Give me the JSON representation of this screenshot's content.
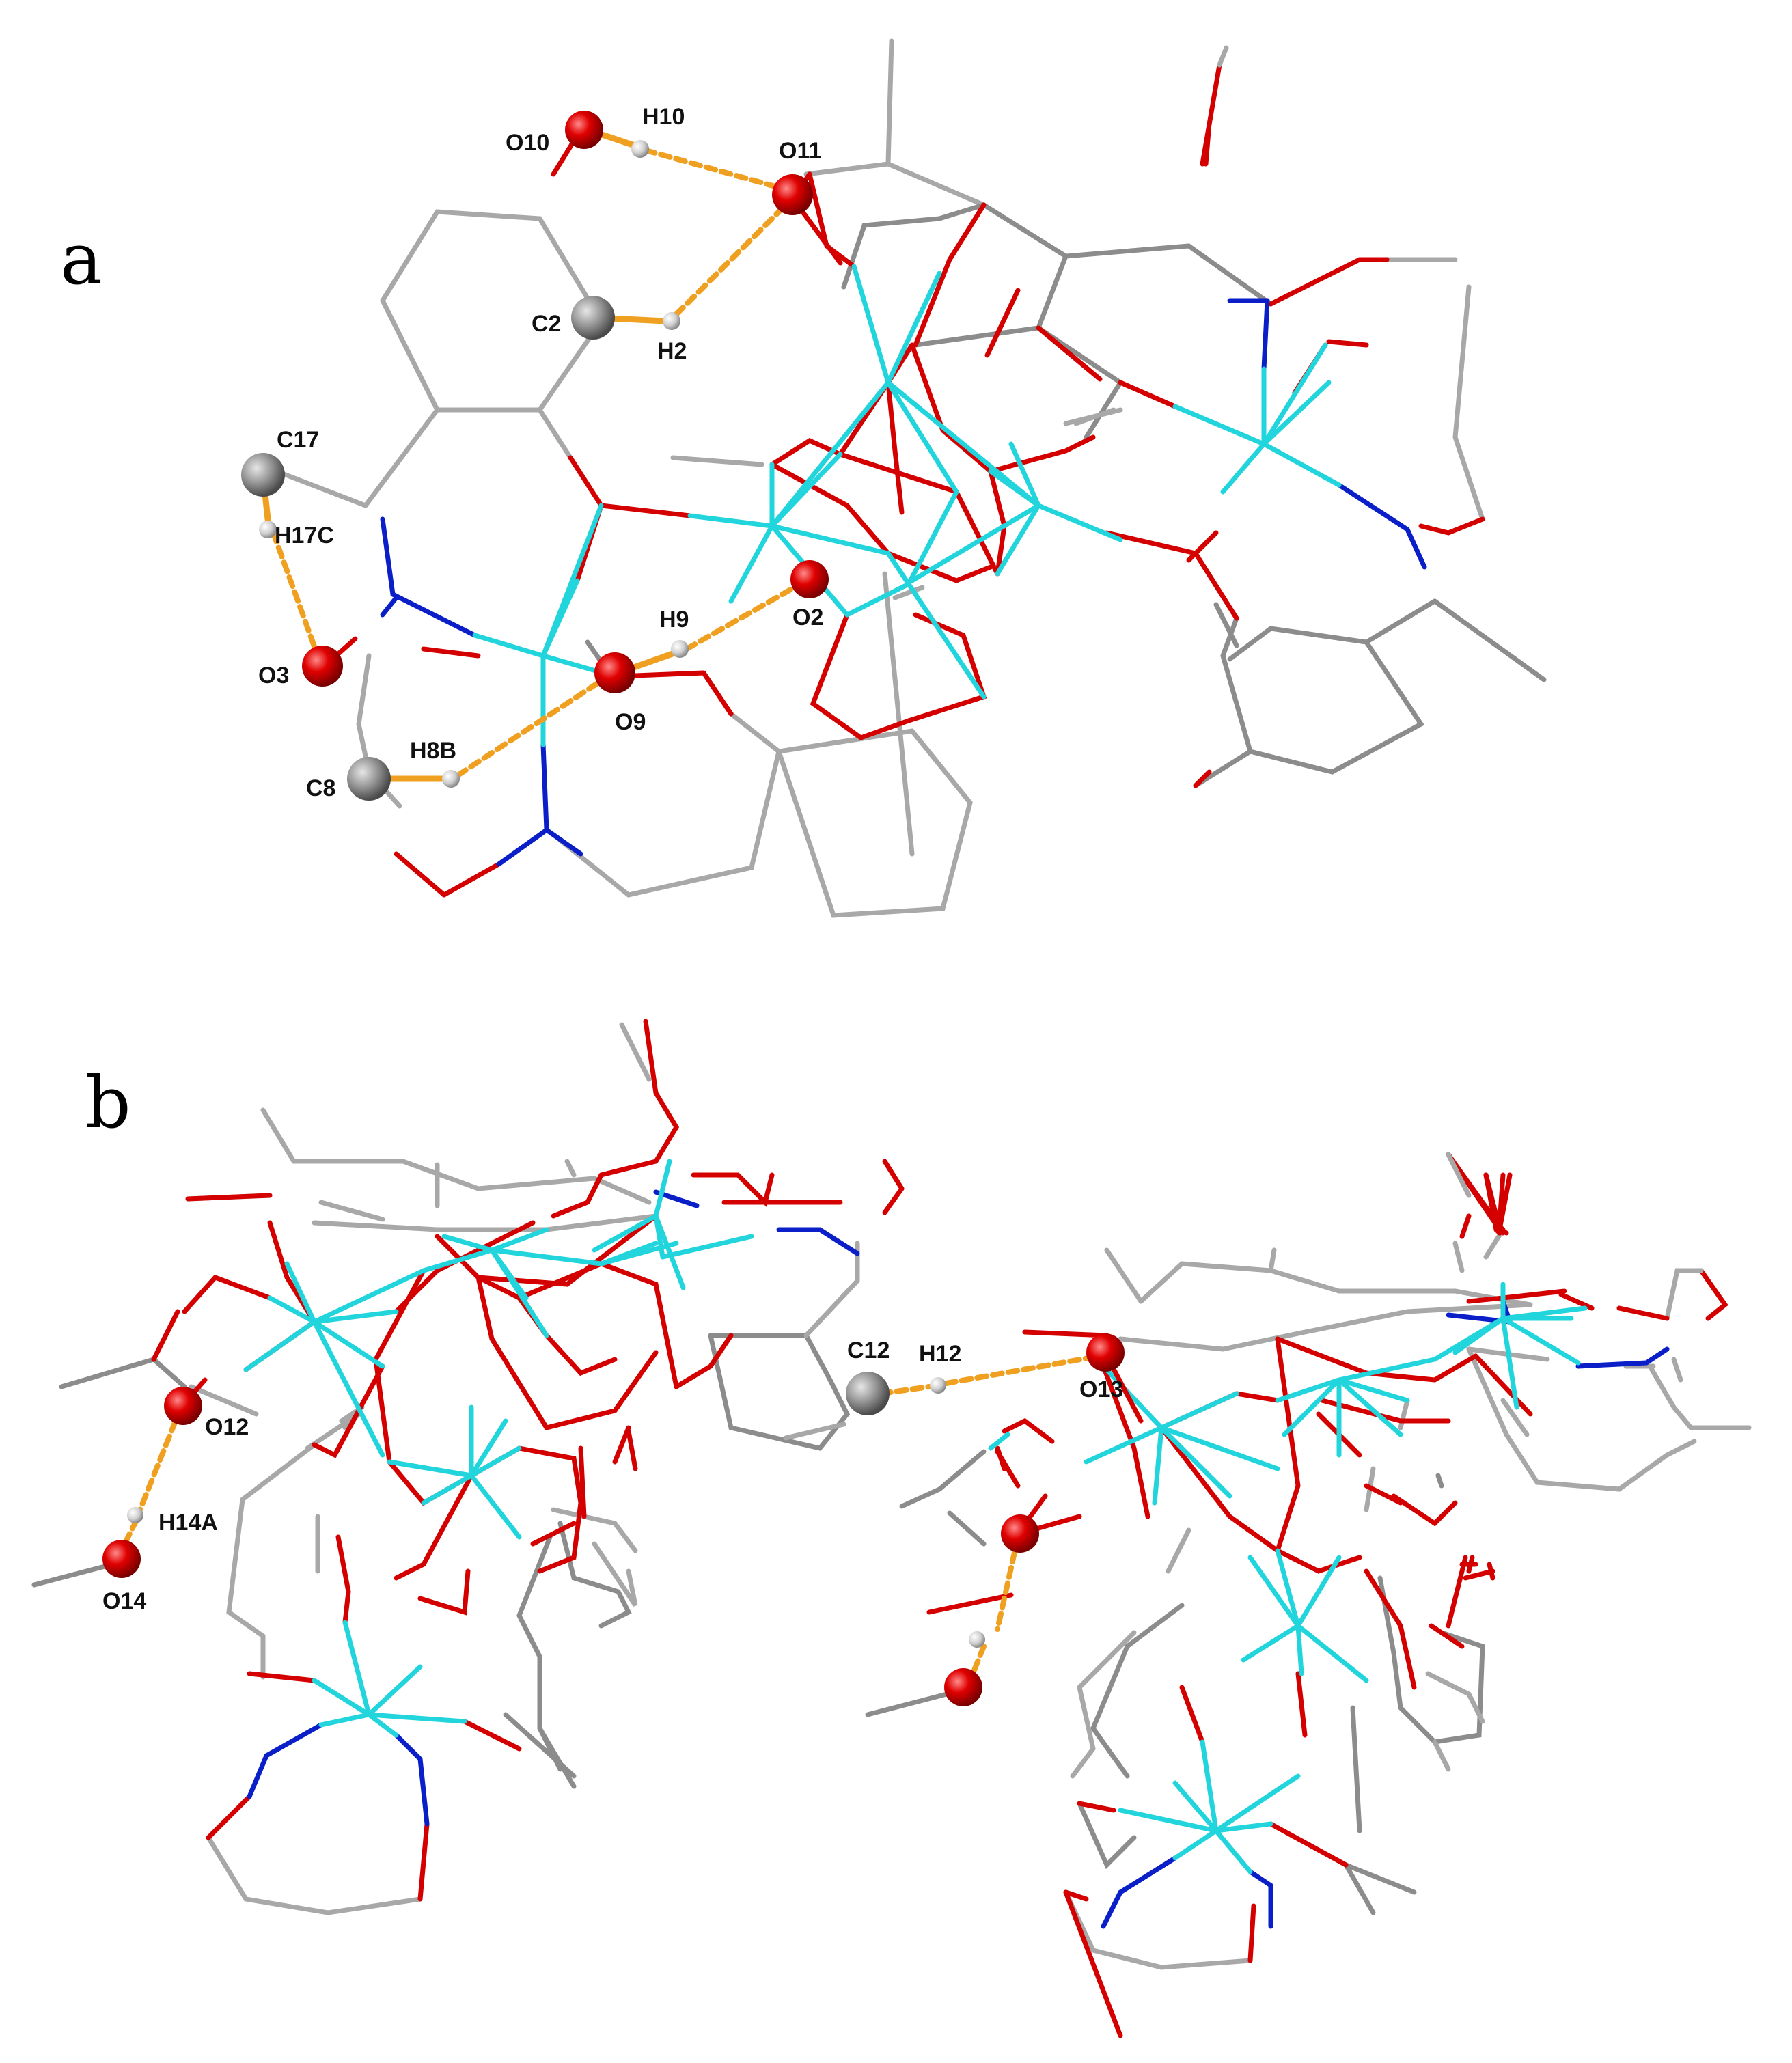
{
  "colors": {
    "carbon": "#8c8c8c",
    "carbon_light": "#b9b9b9",
    "oxygen": "#d40000",
    "nitrogen": "#0a1fc8",
    "metal": "#22d5dd",
    "hbond": "#f0a020",
    "hydrogen": "#e8e8e8"
  },
  "panels": [
    {
      "letter": "a",
      "labels": [
        "O10",
        "H10",
        "O11",
        "C2",
        "H2",
        "C17",
        "H17C",
        "O3",
        "O9",
        "H9",
        "O2",
        "H8B",
        "C8"
      ]
    },
    {
      "letter": "b",
      "labels": [
        "C12",
        "H12",
        "O13",
        "O12",
        "H14A",
        "O14"
      ]
    }
  ]
}
